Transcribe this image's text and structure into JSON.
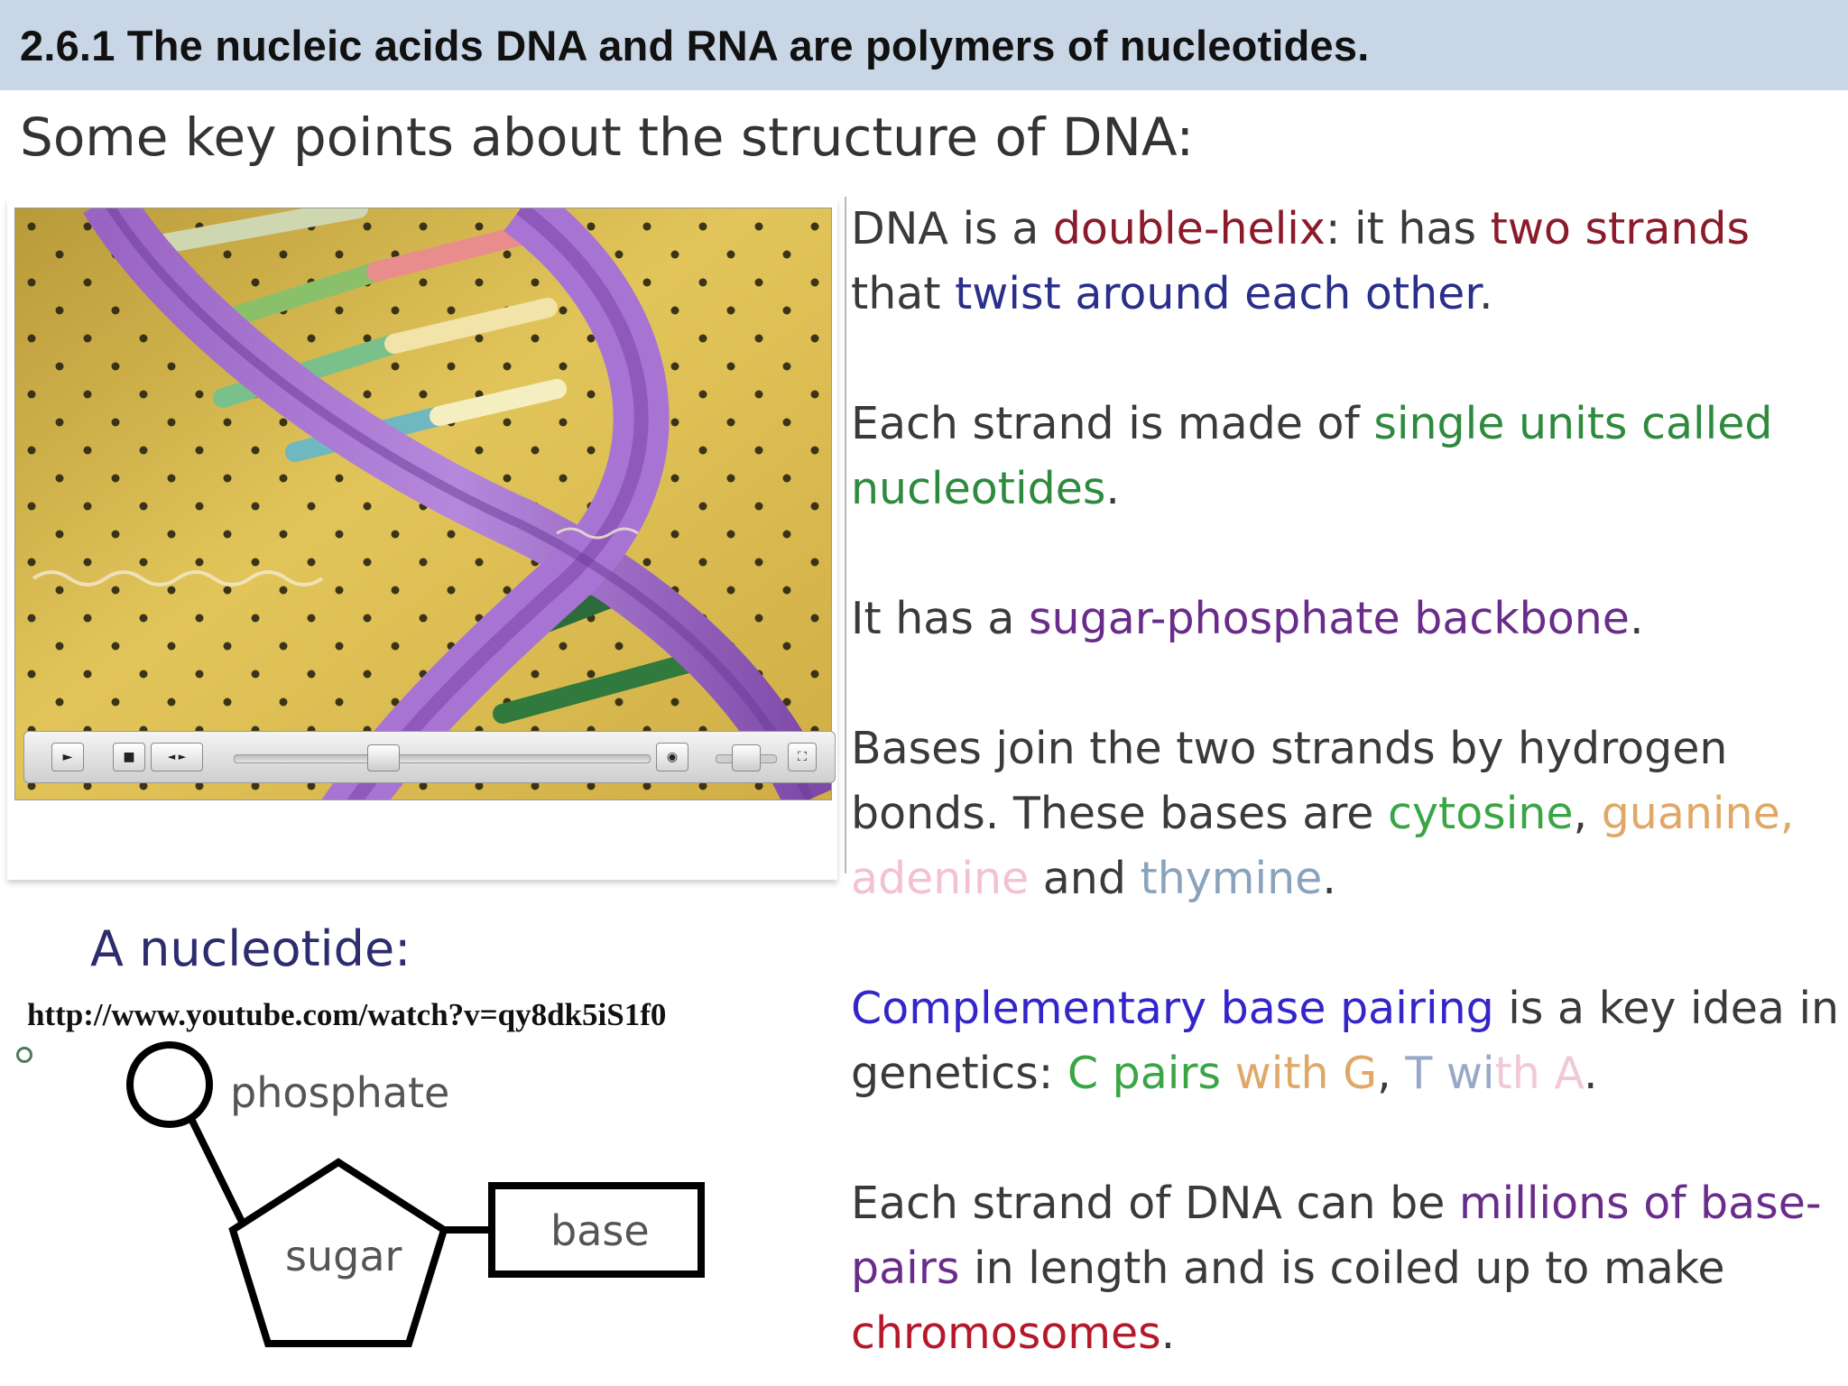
{
  "header": {
    "title": "2.6.1 The nucleic acids DNA and RNA are polymers of nucleotides."
  },
  "subtitle": "Some key points about the structure of DNA:",
  "video": {
    "url": "http://www.youtube.com/watch?v=qy8dk5iS1f0",
    "controls": {
      "play": "►",
      "stop": "■",
      "step": "◄ ►",
      "volume": "◉"
    }
  },
  "points": [
    {
      "segments": [
        {
          "text": "DNA is a ",
          "color": ""
        },
        {
          "text": "double-helix",
          "color": "darkred"
        },
        {
          "text": ": it has ",
          "color": ""
        },
        {
          "text": "two strands",
          "color": "darkred"
        },
        {
          "text": " that ",
          "color": ""
        },
        {
          "text": "twist around each other",
          "color": "navy"
        },
        {
          "text": ".",
          "color": ""
        }
      ]
    },
    {
      "segments": [
        {
          "text": "Each strand is made of ",
          "color": ""
        },
        {
          "text": "single units called nucleotides",
          "color": "green"
        },
        {
          "text": ".",
          "color": ""
        }
      ]
    },
    {
      "segments": [
        {
          "text": "It has a ",
          "color": ""
        },
        {
          "text": "sugar-phosphate backbone",
          "color": "purple"
        },
        {
          "text": ".",
          "color": ""
        }
      ]
    },
    {
      "segments": [
        {
          "text": "Bases join the two strands by hydrogen bonds. These bases are ",
          "color": ""
        },
        {
          "text": "cytosine",
          "color": "lgreen"
        },
        {
          "text": ", ",
          "color": ""
        },
        {
          "text": "guanine,",
          "color": "orange"
        },
        {
          "text": " ",
          "color": ""
        },
        {
          "text": "adenine",
          "color": "pink"
        },
        {
          "text": " and ",
          "color": ""
        },
        {
          "text": "thymine",
          "color": "slate"
        },
        {
          "text": ".",
          "color": ""
        }
      ]
    },
    {
      "segments": [
        {
          "text": "Complementary base pairing",
          "color": "blue"
        },
        {
          "text": " is a key idea in genetics: ",
          "color": ""
        },
        {
          "text": "C pairs",
          "color": "lgreen"
        },
        {
          "text": " ",
          "color": ""
        },
        {
          "text": "with G",
          "color": "orange"
        },
        {
          "text": ", ",
          "color": ""
        },
        {
          "text": "T wi",
          "color": "lblue"
        },
        {
          "text": "th A",
          "color": "lpink"
        },
        {
          "text": ".",
          "color": ""
        }
      ]
    },
    {
      "segments": [
        {
          "text": "Each strand of DNA can be ",
          "color": ""
        },
        {
          "text": "millions of base-pairs",
          "color": "purple"
        },
        {
          "text": " in length and is coiled up to make ",
          "color": ""
        },
        {
          "text": "chromosomes",
          "color": "red"
        },
        {
          "text": ".",
          "color": ""
        }
      ]
    }
  ],
  "nucleotide": {
    "title": "A nucleotide:",
    "phosphate": "phosphate",
    "sugar": "sugar",
    "base": "base"
  }
}
